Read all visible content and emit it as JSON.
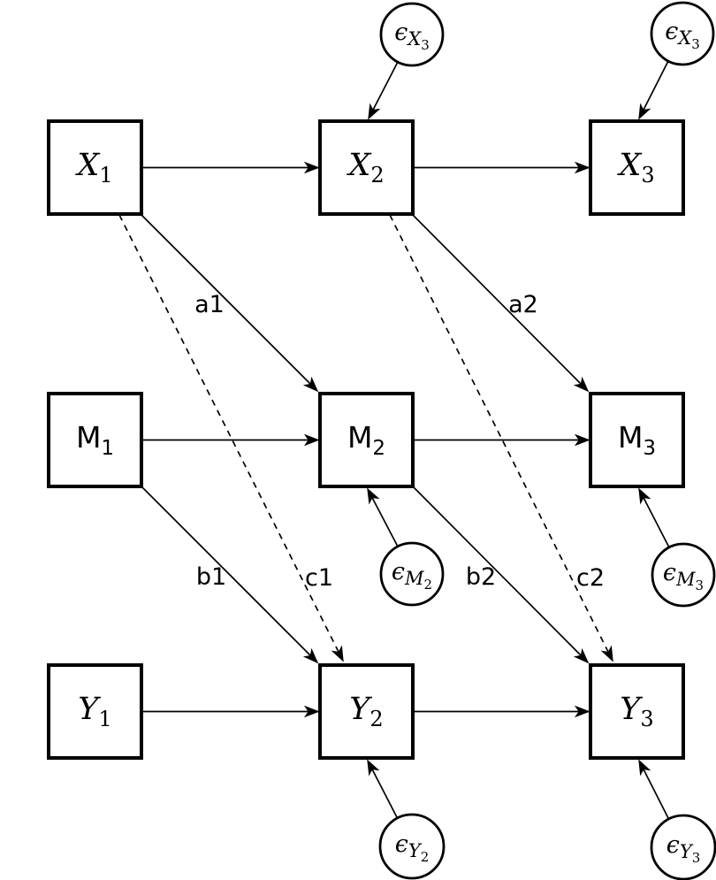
{
  "figure": {
    "type": "path-diagram",
    "description": "Cross-lagged panel mediation model with three waves",
    "colors": {
      "background": "#ffffff",
      "ink": "#000000"
    },
    "nodes": {
      "x1": {
        "base": "X",
        "sub": "1"
      },
      "x2": {
        "base": "X",
        "sub": "2"
      },
      "x3": {
        "base": "X",
        "sub": "3"
      },
      "m1": {
        "base": "M",
        "sub": "1"
      },
      "m2": {
        "base": "M",
        "sub": "2"
      },
      "m3": {
        "base": "M",
        "sub": "3"
      },
      "y1": {
        "base": "Y",
        "sub": "1"
      },
      "y2": {
        "base": "Y",
        "sub": "2"
      },
      "y3": {
        "base": "Y",
        "sub": "3"
      }
    },
    "error_terms": {
      "ex2": {
        "eps": "ϵ",
        "sub": "X",
        "subsub": "3"
      },
      "ex3": {
        "eps": "ϵ",
        "sub": "X",
        "subsub": "3"
      },
      "em2": {
        "eps": "ϵ",
        "sub": "M",
        "subsub": "2"
      },
      "em3": {
        "eps": "ϵ",
        "sub": "M",
        "subsub": "3"
      },
      "ey2": {
        "eps": "ϵ",
        "sub": "Y",
        "subsub": "2"
      },
      "ey3": {
        "eps": "ϵ",
        "sub": "Y",
        "subsub": "3"
      }
    },
    "path_labels": {
      "a1": "a1",
      "a2": "a2",
      "b1": "b1",
      "b2": "b2",
      "c1": "c1",
      "c2": "c2"
    },
    "edges": [
      {
        "from": "X1",
        "to": "X2",
        "style": "solid",
        "label": ""
      },
      {
        "from": "X2",
        "to": "X3",
        "style": "solid",
        "label": ""
      },
      {
        "from": "M1",
        "to": "M2",
        "style": "solid",
        "label": ""
      },
      {
        "from": "M2",
        "to": "M3",
        "style": "solid",
        "label": ""
      },
      {
        "from": "Y1",
        "to": "Y2",
        "style": "solid",
        "label": ""
      },
      {
        "from": "Y2",
        "to": "Y3",
        "style": "solid",
        "label": ""
      },
      {
        "from": "X1",
        "to": "M2",
        "style": "solid",
        "label": "a1"
      },
      {
        "from": "X2",
        "to": "M3",
        "style": "solid",
        "label": "a2"
      },
      {
        "from": "M1",
        "to": "Y2",
        "style": "solid",
        "label": "b1"
      },
      {
        "from": "M2",
        "to": "Y3",
        "style": "solid",
        "label": "b2"
      },
      {
        "from": "X1",
        "to": "Y2",
        "style": "dashed",
        "label": "c1"
      },
      {
        "from": "X2",
        "to": "Y3",
        "style": "dashed",
        "label": "c2"
      },
      {
        "from": "ϵX3",
        "to": "X2",
        "style": "solid",
        "label": ""
      },
      {
        "from": "ϵX3",
        "to": "X3",
        "style": "solid",
        "label": ""
      },
      {
        "from": "ϵM2",
        "to": "M2",
        "style": "solid",
        "label": ""
      },
      {
        "from": "ϵM3",
        "to": "M3",
        "style": "solid",
        "label": ""
      },
      {
        "from": "ϵY2",
        "to": "Y2",
        "style": "solid",
        "label": ""
      },
      {
        "from": "ϵY3",
        "to": "Y3",
        "style": "solid",
        "label": ""
      }
    ]
  }
}
